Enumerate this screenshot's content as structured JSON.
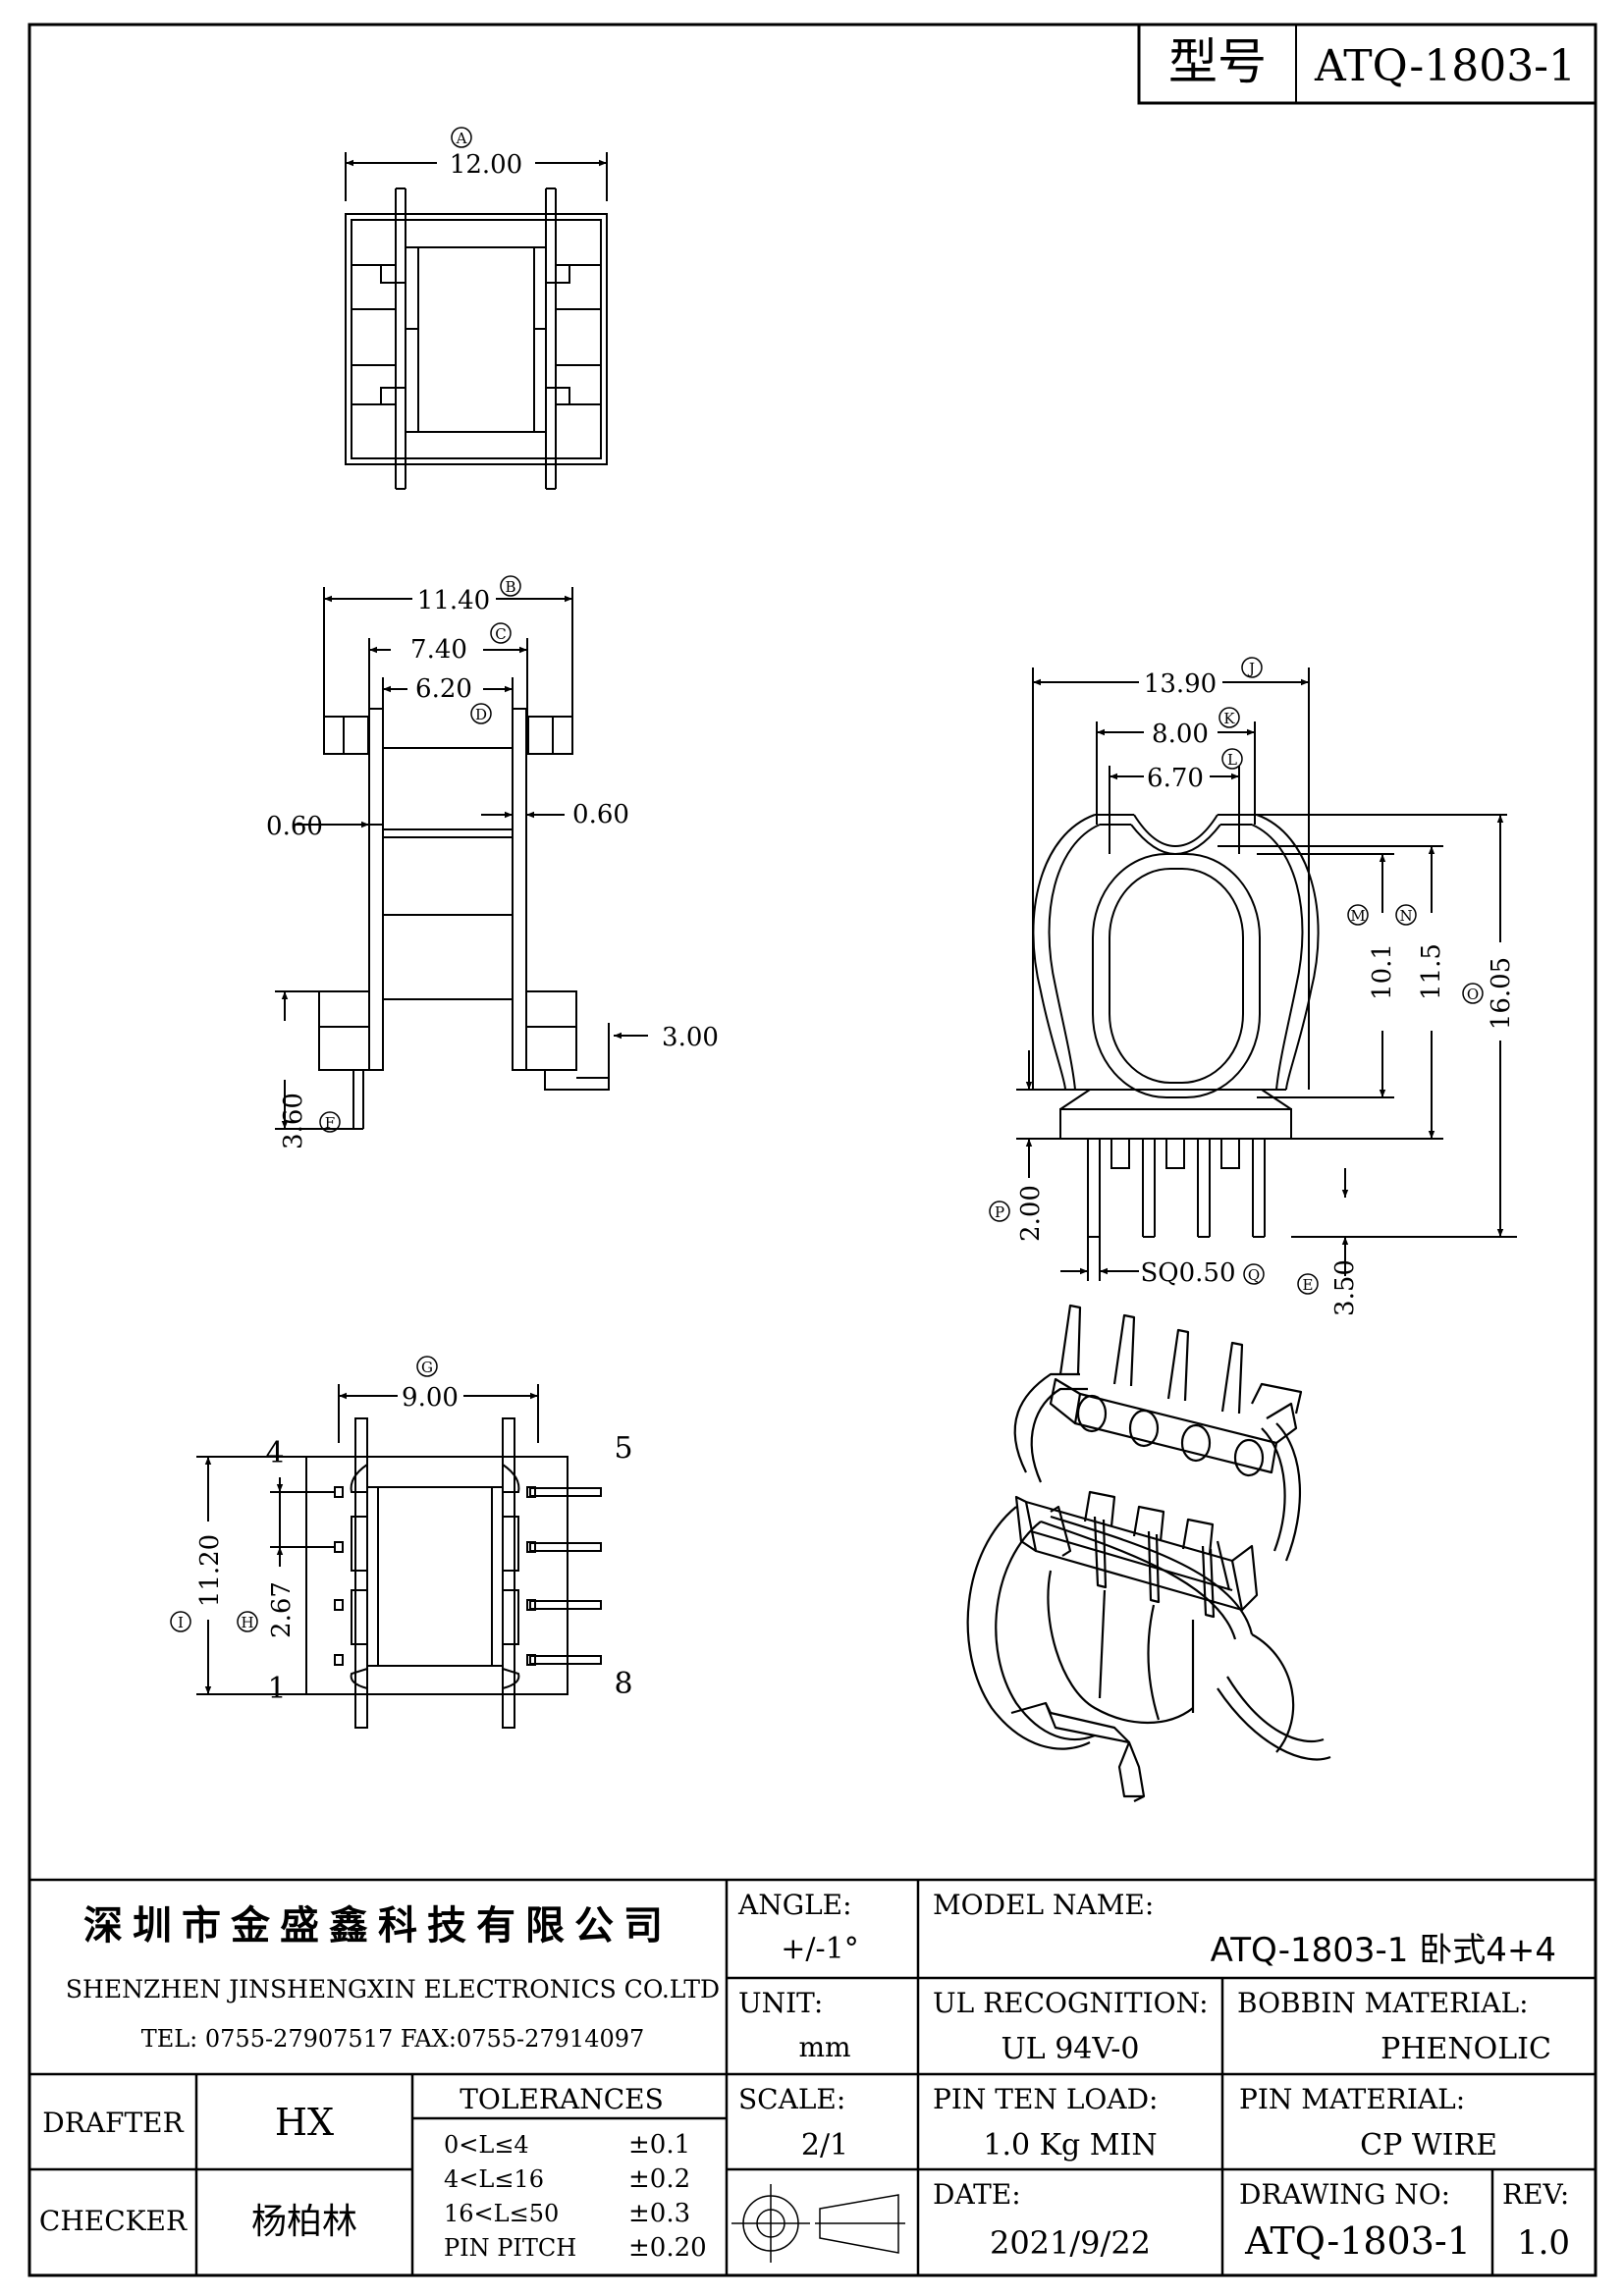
{
  "header": {
    "label": "型号",
    "model": "ATQ-1803-1"
  },
  "dimensions": {
    "A": {
      "letter": "A",
      "value": "12.00"
    },
    "B": {
      "letter": "B",
      "value": "11.40"
    },
    "C": {
      "letter": "C",
      "value": "7.40"
    },
    "D": {
      "letter": "D",
      "value": "6.20"
    },
    "F": {
      "letter": "F",
      "value": "3.60"
    },
    "wall_left": "0.60",
    "wall_right": "0.60",
    "pin_len_side": "3.00",
    "G": {
      "letter": "G",
      "value": "9.00"
    },
    "H": {
      "letter": "H",
      "value": "2.67"
    },
    "I": {
      "letter": "I",
      "value": "11.20"
    },
    "J": {
      "letter": "J",
      "value": "13.90"
    },
    "K": {
      "letter": "K",
      "value": "8.00"
    },
    "L": {
      "letter": "L",
      "value": "6.70"
    },
    "M": {
      "letter": "M",
      "value": "10.1"
    },
    "N": {
      "letter": "N",
      "value": "11.5"
    },
    "O": {
      "letter": "O",
      "value": "16.05"
    },
    "P": {
      "letter": "P",
      "value": "2.00"
    },
    "Q": {
      "letter": "Q",
      "value": "SQ0.50"
    },
    "E": {
      "letter": "E",
      "value": "3.50"
    }
  },
  "pins": {
    "p4": "4",
    "p5": "5",
    "p1": "1",
    "p8": "8"
  },
  "title_block": {
    "company_cn": "深圳市金盛鑫科技有限公司",
    "company_en": "SHENZHEN JINSHENGXIN ELECTRONICS CO.LTD",
    "contact": "TEL: 0755-27907517  FAX:0755-27914097",
    "angle_label": "ANGLE:",
    "angle_value": "+/-1°",
    "model_name_label": "MODEL NAME:",
    "model_name_value": "ATQ-1803-1 卧式4+4",
    "unit_label": "UNIT:",
    "unit_value": "mm",
    "ul_label": "UL RECOGNITION:",
    "ul_value": "UL 94V-0",
    "bobbin_label": "BOBBIN MATERIAL:",
    "bobbin_value": "PHENOLIC",
    "drafter_label": "DRAFTER",
    "drafter_value": "HX",
    "checker_label": "CHECKER",
    "checker_value": "杨柏林",
    "tolerances_label": "TOLERANCES",
    "tolerances": [
      {
        "range": "0<L≤4",
        "value": "±0.1"
      },
      {
        "range": "4<L≤16",
        "value": "±0.2"
      },
      {
        "range": "16<L≤50",
        "value": "±0.3"
      },
      {
        "range": "PIN PITCH",
        "value": "±0.20"
      }
    ],
    "scale_label": "SCALE:",
    "scale_value": "2/1",
    "pin_load_label": "PIN TEN LOAD:",
    "pin_load_value": "1.0 Kg MIN",
    "pin_material_label": "PIN MATERIAL:",
    "pin_material_value": "CP WIRE",
    "date_label": "DATE:",
    "date_value": "2021/9/22",
    "drawing_no_label": "DRAWING NO:",
    "drawing_no_value": "ATQ-1803-1",
    "rev_label": "REV:",
    "rev_value": "1.0"
  }
}
